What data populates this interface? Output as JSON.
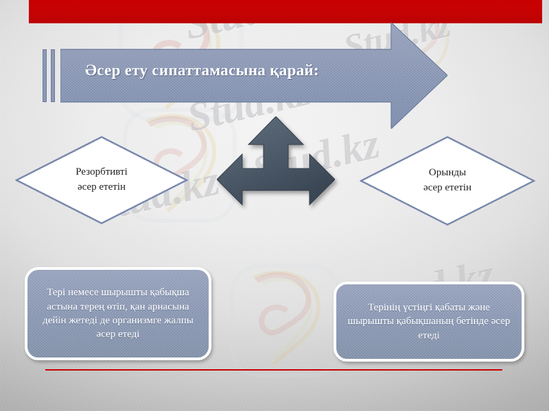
{
  "slide": {
    "title": "Әсер ету сипаттамасына қарай:",
    "accent_red": "#C00000",
    "accent_slate": "#7E8CAB",
    "arrow_dark": "#43505F",
    "background": "#DCDCDC"
  },
  "watermarks": {
    "brand": "Stud.kz",
    "combined": "Stud.kz - Stud.kz",
    "items": [
      "Stud.kz",
      "Stud.kz",
      "Stud.kz",
      "Stud.kz",
      "Stud.kz - Stud.kz"
    ]
  },
  "diagram": {
    "branches": [
      {
        "id": "resorptive",
        "node_line1": "Резорбтивті",
        "node_line2": "әсер ететін",
        "description": "Тері немесе шырышты қабықша астына терең өтіп, қан арнасына дейін жетеді де организмге жалпы әсер етеді"
      },
      {
        "id": "local",
        "node_line1": "Орынды",
        "node_line2": "әсер ететін",
        "description": "Терінің үстіңгі қабаты және шырышты қабықшаның бетінде әсер етеді"
      }
    ],
    "connector": {
      "name": "three-way-arrow",
      "directions": [
        "up",
        "left",
        "right"
      ]
    }
  }
}
